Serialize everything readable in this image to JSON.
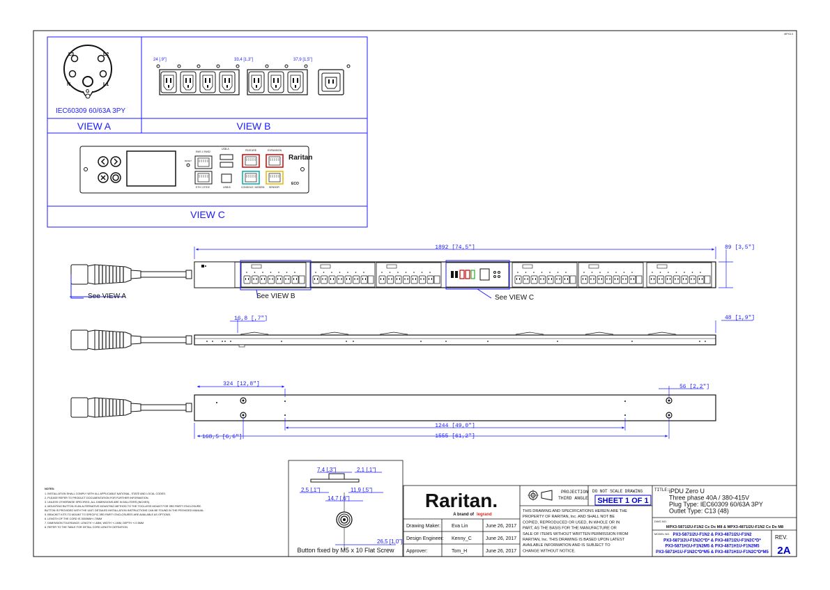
{
  "sheet_code": "MPX3-3",
  "views": {
    "a": {
      "label": "VIEW A",
      "inlet_text": "IEC60309 60/63A 3PY",
      "pins": [
        "L3",
        "L2",
        "N",
        "L1",
        "G"
      ]
    },
    "b": {
      "label": "VIEW B",
      "dims": [
        "24 [.9\"]",
        "33,4 [1,3\"]",
        "37,9 [1,5\"]"
      ]
    },
    "c": {
      "label": "VIEW C",
      "port_labels": [
        "EMS 1 EMS2",
        "USB-A",
        "FEATURE",
        "EXPANSION",
        "RESET",
        "ETH 1 ETH2",
        "USB-B",
        "CONSOLE / MODEM",
        "SENSOR"
      ],
      "brand": "Raritan",
      "badge": "ECO"
    }
  },
  "callouts": {
    "see_a": "See VIEW A",
    "see_b": "See VIEW B",
    "see_c": "See VIEW C"
  },
  "dims": {
    "overall_len": "1892 [74,5\"]",
    "depth": "89 [3,5\"]",
    "side_a": "16,8 [,7\"]",
    "side_b": "48 [1,9\"]",
    "back_a": "324 [12,8\"]",
    "back_b": "56 [2,2\"]",
    "back_c": "1244 [49,0\"]",
    "back_d": "168,5 [6,6\"]",
    "back_e": "1555 [61,2\"]"
  },
  "detail": {
    "dims": [
      "7,4 [,3\"]",
      "2,1 [,1\"]",
      "2,5 [,1\"]",
      "11,9 [,5\"]",
      "14,7 [,6\"]",
      "26,5 [1,0\"]"
    ],
    "caption": "Button fixed by M5 x 10 Flat Screw"
  },
  "notes": {
    "title": "NOTES:",
    "lines": [
      "1. INSTALLATION SHALL COMPLY WITH ALL APPLICABLE NATIONAL, STATE AND LOCAL CODES.",
      "2. PLEASE REFER TO PRODUCT DOCUMENTATION FOR FURTHER INFORMATION.",
      "3. UNLESS OTHERWISE SPECIFIED, ALL DIMENSIONS ARE IN MILLITERS (INCHES).",
      "4. MOUNTING BUTTON IS AN ALTERNATIVE MOUNTING METHOD TO THE TOOLLESS MOUNT FOR 3RD PARTY ENCLOSURE.",
      "   BUTTON IS PROVIDED WITH THE UNIT. DETAILED INSTALLATION INSTRUCTIONS CAN BE FOUND IN THE PROVIDED MANUAL.",
      "5. BRACKET KITS TO MOUNT TO SPECIFIC 3RD PARTY ENCLOSURES ARE AVAILABLE AS OPTIONS.",
      "6. LENGTH OF THE CORD IS 3000MM+/-70MM",
      "7. DIMENSION TOLERANCE: LENGTH +/-4MM, WIDTH +/-1MM, DEPTH +/-0.5MM",
      "8. REFER TO THE TABLE FOR DETAIL CORD LENGTH DEFINITION"
    ]
  },
  "title_block": {
    "logo": "Raritan.",
    "tagline": "A brand of",
    "tagline_brand": "legrand",
    "rows": [
      {
        "role": "Drawing Maker:",
        "name": "Eva Lin",
        "date": "June 26, 2017"
      },
      {
        "role": "Design Engineer:",
        "name": "Kenny_C",
        "date": "June 26, 2017"
      },
      {
        "role": "Approver:",
        "name": "Tom_H",
        "date": "June 26, 2017"
      }
    ],
    "projection": [
      "PROJECTION",
      "THIRD ANGLE"
    ],
    "scale_note": "DO NOT SCALE DRAWING",
    "sheet": "SHEET 1 OF 1",
    "disclaimer": [
      "THIS DRAWING AND SPECIFICATIONS HEREIN ARE THE",
      "PROPERTY OF RARITAN, Inc. AND SHALL NOT BE",
      "COPIED, REPRODUCED OR USED, IN WHOLE OR IN",
      "PART, AS THE BASIS FOR THE MANUFACTURE OR",
      "SALE OF ITEMS WITHOUT WRITTEN PERMISSION FROM",
      "RARITAN, Inc. THIS DRAWING IS BASED UPON LATEST",
      "AVAILABLE INFORMATION AND IS SUBJECT TO",
      "CHANGE WITHOUT NOTICE."
    ],
    "title_label": "TITLE:",
    "title_lines": [
      "iPDU Zero U",
      "Three phase 40A / 380-415V",
      "Plug Type: IEC60309 60/63A 3PY",
      "Outlet Type: C13 (48)"
    ],
    "dwg_label": "DWG NO.",
    "dwg_no": "MPX3-5871I2U-F1N2 Cx Dx M8 & MPX3-4871I2U-F1N2 Cx Dx M8",
    "model_label": "MODEL NO.",
    "models": [
      "PX3-5871I2U-F1N2 & PX3-4871I2U-F1N2",
      "PX3-5871I2U-F1N2C*D* & PX3-4871I2U-F1N2C*D*",
      "PX3-5871H1U-F1N2M5 & PX3-4871H1U-F1N2M5",
      "PX3-5871H1U-F1N2C*D*M5 & PX3-4871H1U-F1N2C*D*M5"
    ],
    "rev_label": "REV.",
    "rev": "2A"
  },
  "colors": {
    "line": "#111111",
    "blue": "#1a1aff",
    "title_blue": "#0000cc",
    "legrand_red": "#e2231a"
  }
}
